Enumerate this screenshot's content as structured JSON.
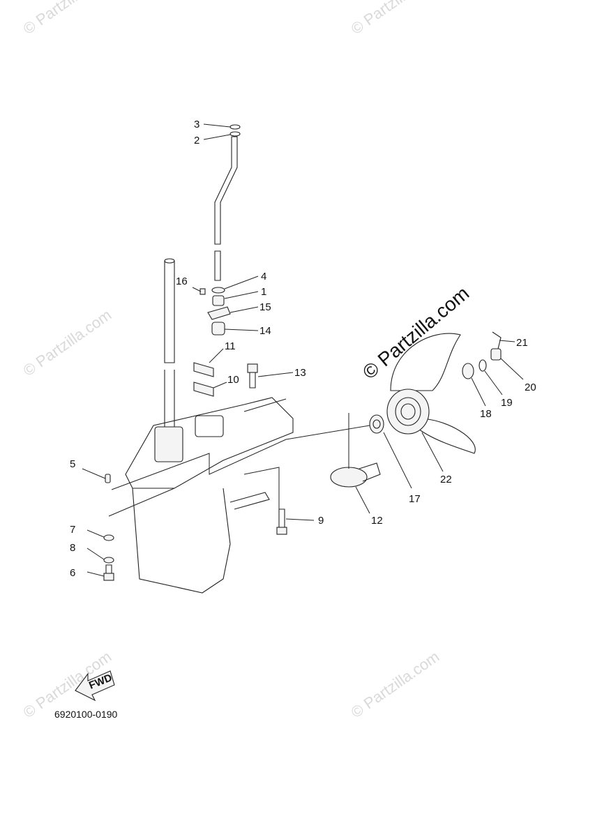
{
  "diagram_code": "6920100-0190",
  "fwd_label": "FWD",
  "watermark_main": "© Partzilla.com",
  "watermark_faint": "© Partzilla.com",
  "callouts": [
    "1",
    "2",
    "3",
    "4",
    "5",
    "6",
    "7",
    "8",
    "9",
    "10",
    "11",
    "12",
    "13",
    "14",
    "15",
    "16",
    "17",
    "18",
    "19",
    "20",
    "21",
    "22"
  ]
}
